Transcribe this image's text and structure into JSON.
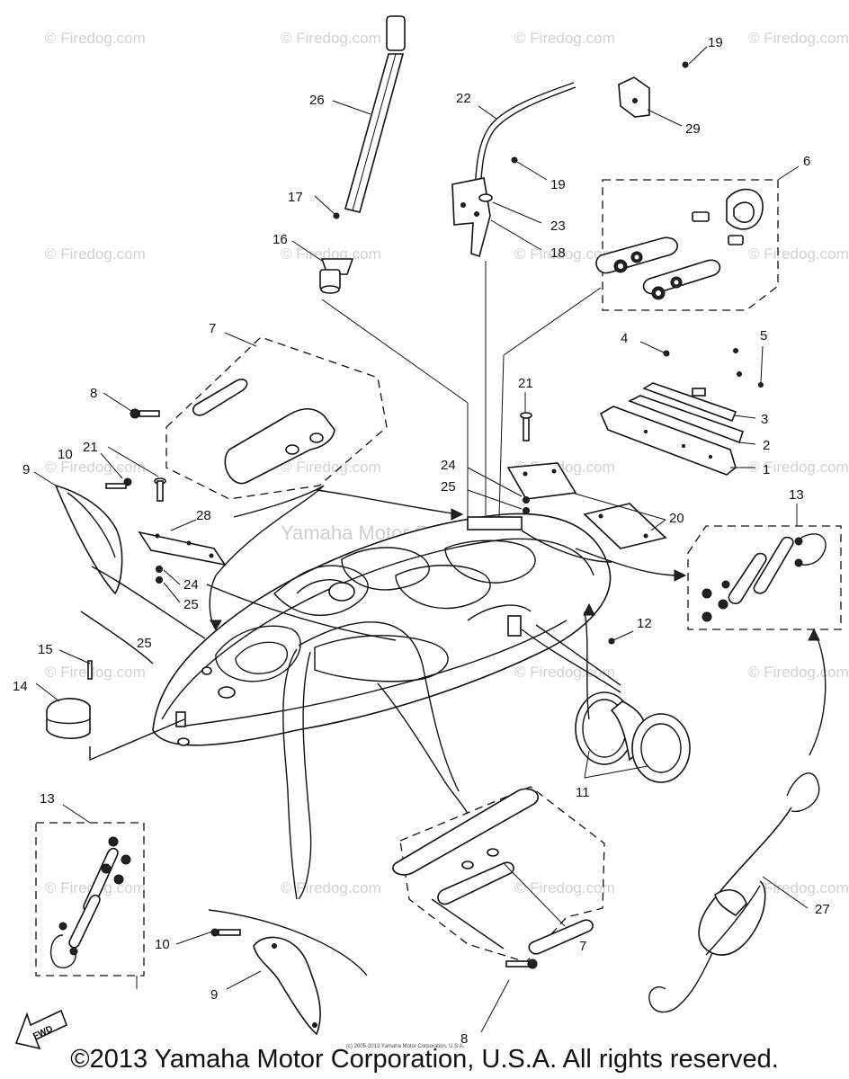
{
  "watermark": "© Firedog.com",
  "center_watermark": "Yamaha Motor Corp. U.S.A.",
  "small_copyright": "(c) 2005-2013 Yamaha Motor Corporation, U.S.A.",
  "copyright": "©2013 Yamaha Motor Corporation, U.S.A. All rights reserved.",
  "fwd_label": "FWD",
  "callouts": [
    "1",
    "2",
    "3",
    "4",
    "5",
    "6",
    "7",
    "7",
    "8",
    "8",
    "9",
    "9",
    "10",
    "10",
    "11",
    "12",
    "13",
    "13",
    "14",
    "15",
    "16",
    "17",
    "18",
    "19",
    "19",
    "20",
    "21",
    "21",
    "22",
    "23",
    "24",
    "24",
    "25",
    "25",
    "25",
    "26",
    "27",
    "28",
    "29"
  ]
}
